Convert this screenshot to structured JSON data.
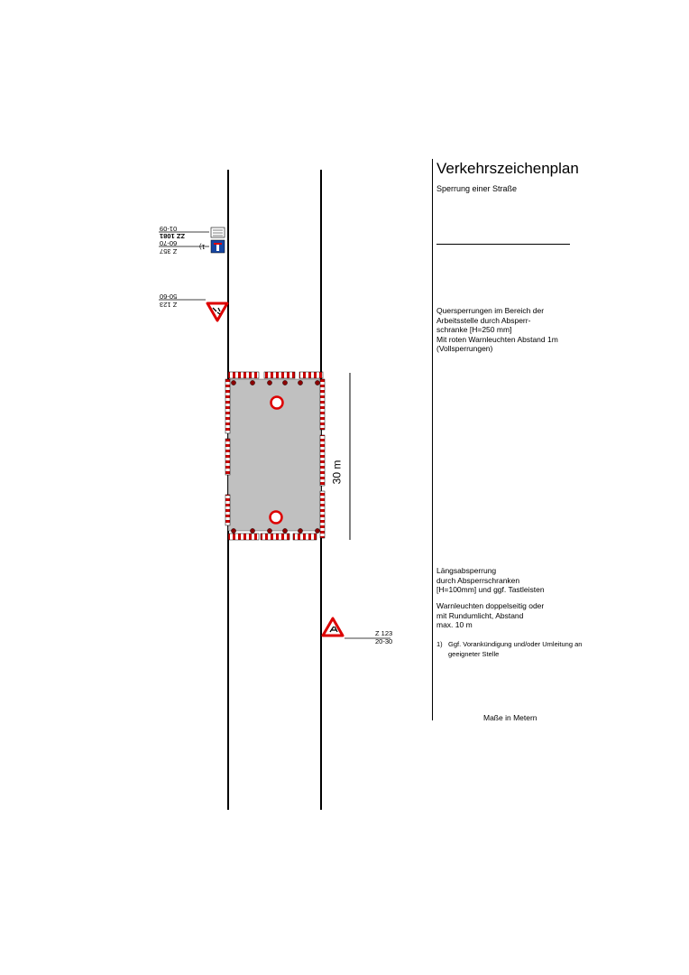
{
  "header": {
    "title": "Verkehrszeichenplan",
    "subtitle": "Sperrung einer Straße"
  },
  "notes": {
    "cross_barrier": [
      "Quersperrungen im Bereich der",
      "Arbeitsstelle durch Absperr-",
      " schranke [H=250 mm]",
      " Mit roten Warnleuchten Abstand 1m",
      "(Vollsperrungen)"
    ],
    "longitudinal_barrier": [
      "Längsabsperrung",
      "durch Absperrschranken",
      "[H=100mm] und ggf. Tastleisten"
    ],
    "warning_lights": [
      "Warnleuchten doppelseitig oder",
      "mit Rundumlicht, Abstand",
      "max. 10 m"
    ],
    "footnote": {
      "number": "1)",
      "line1": "Ggf. Vorankündigung und/oder Umleitung an",
      "line2": "geeigneter Stelle"
    },
    "units": "Maße in Metern"
  },
  "signs": {
    "upper_detour": {
      "code1": "ZZ 1081",
      "dist1": "01-09",
      "code2": "Z 357",
      "dist2": "60-70",
      "footnote_mark": "1)"
    },
    "upper_warning": {
      "code": "Z 123",
      "dist": "50-60"
    },
    "lower_warning": {
      "code": "Z 123",
      "dist": "20-30"
    }
  },
  "worksite": {
    "length_label": "30 m",
    "length_m": 30
  },
  "colors": {
    "road_line": "#000000",
    "worksite_fill": "#c0c0c0",
    "barrier_red": "#cc0000",
    "warning_red": "#dd0000",
    "sign_blue": "#1746a2"
  }
}
